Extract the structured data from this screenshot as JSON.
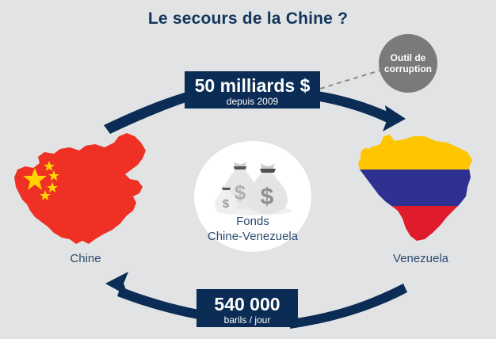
{
  "page": {
    "title": "Le secours de la Chine ?",
    "background_color": "#e2e3e5",
    "accent_navy": "#0b2c54",
    "text_navy": "#2c4a6e",
    "bubble_gray": "#7a7a7a"
  },
  "flows": {
    "top": {
      "amount": "50 milliards $",
      "caption": "depuis 2009",
      "direction": "chine-to-venezuela"
    },
    "bottom": {
      "amount": "540 000",
      "caption": "barils / jour",
      "direction": "venezuela-to-chine"
    }
  },
  "annotation": {
    "bubble_line_1": "Outil de",
    "bubble_line_2": "corruption"
  },
  "fund": {
    "line_1": "Fonds",
    "line_2": "Chine-Venezuela",
    "icon": "money-bags-icon"
  },
  "countries": [
    {
      "id": "chine",
      "label": "Chine",
      "map_icon": "china-map-icon",
      "colors": {
        "fill": "#ee3124",
        "star": "#ffd400"
      }
    },
    {
      "id": "venezuela",
      "label": "Venezuela",
      "map_icon": "venezuela-map-icon",
      "colors": {
        "yellow": "#fdc600",
        "blue": "#2e3192",
        "red": "#e01b2c"
      }
    }
  ]
}
